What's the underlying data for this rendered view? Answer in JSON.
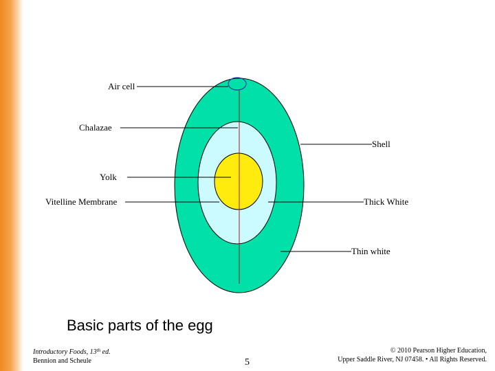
{
  "diagram": {
    "colors": {
      "side_bar": "#f39a38",
      "thin_white": "#00e0a8",
      "thick_white": "#ccfbff",
      "yolk": "#ffeb0d",
      "outline": "#000000",
      "center_line": "#a01c1c",
      "air_cell_outline": "#1e3a9e"
    },
    "labels": {
      "air_cell": "Air cell",
      "chalazae": "Chalazae",
      "shell": "Shell",
      "yolk": "Yolk",
      "vitelline_membrane": "Vitelline Membrane",
      "thick_white": "Thick White",
      "thin_white": "Thin white"
    },
    "caption": "Basic parts of the egg"
  },
  "footer": {
    "book_title": "Introductory Foods, 13",
    "book_edition_sup": "th",
    "book_edition_suffix": " ed.",
    "authors": "Bennion and Scheule",
    "page_number": "5",
    "copyright_line1": "© 2010 Pearson Higher Education,",
    "copyright_line2": "Upper Saddle River, NJ 07458. • All Rights Reserved."
  }
}
